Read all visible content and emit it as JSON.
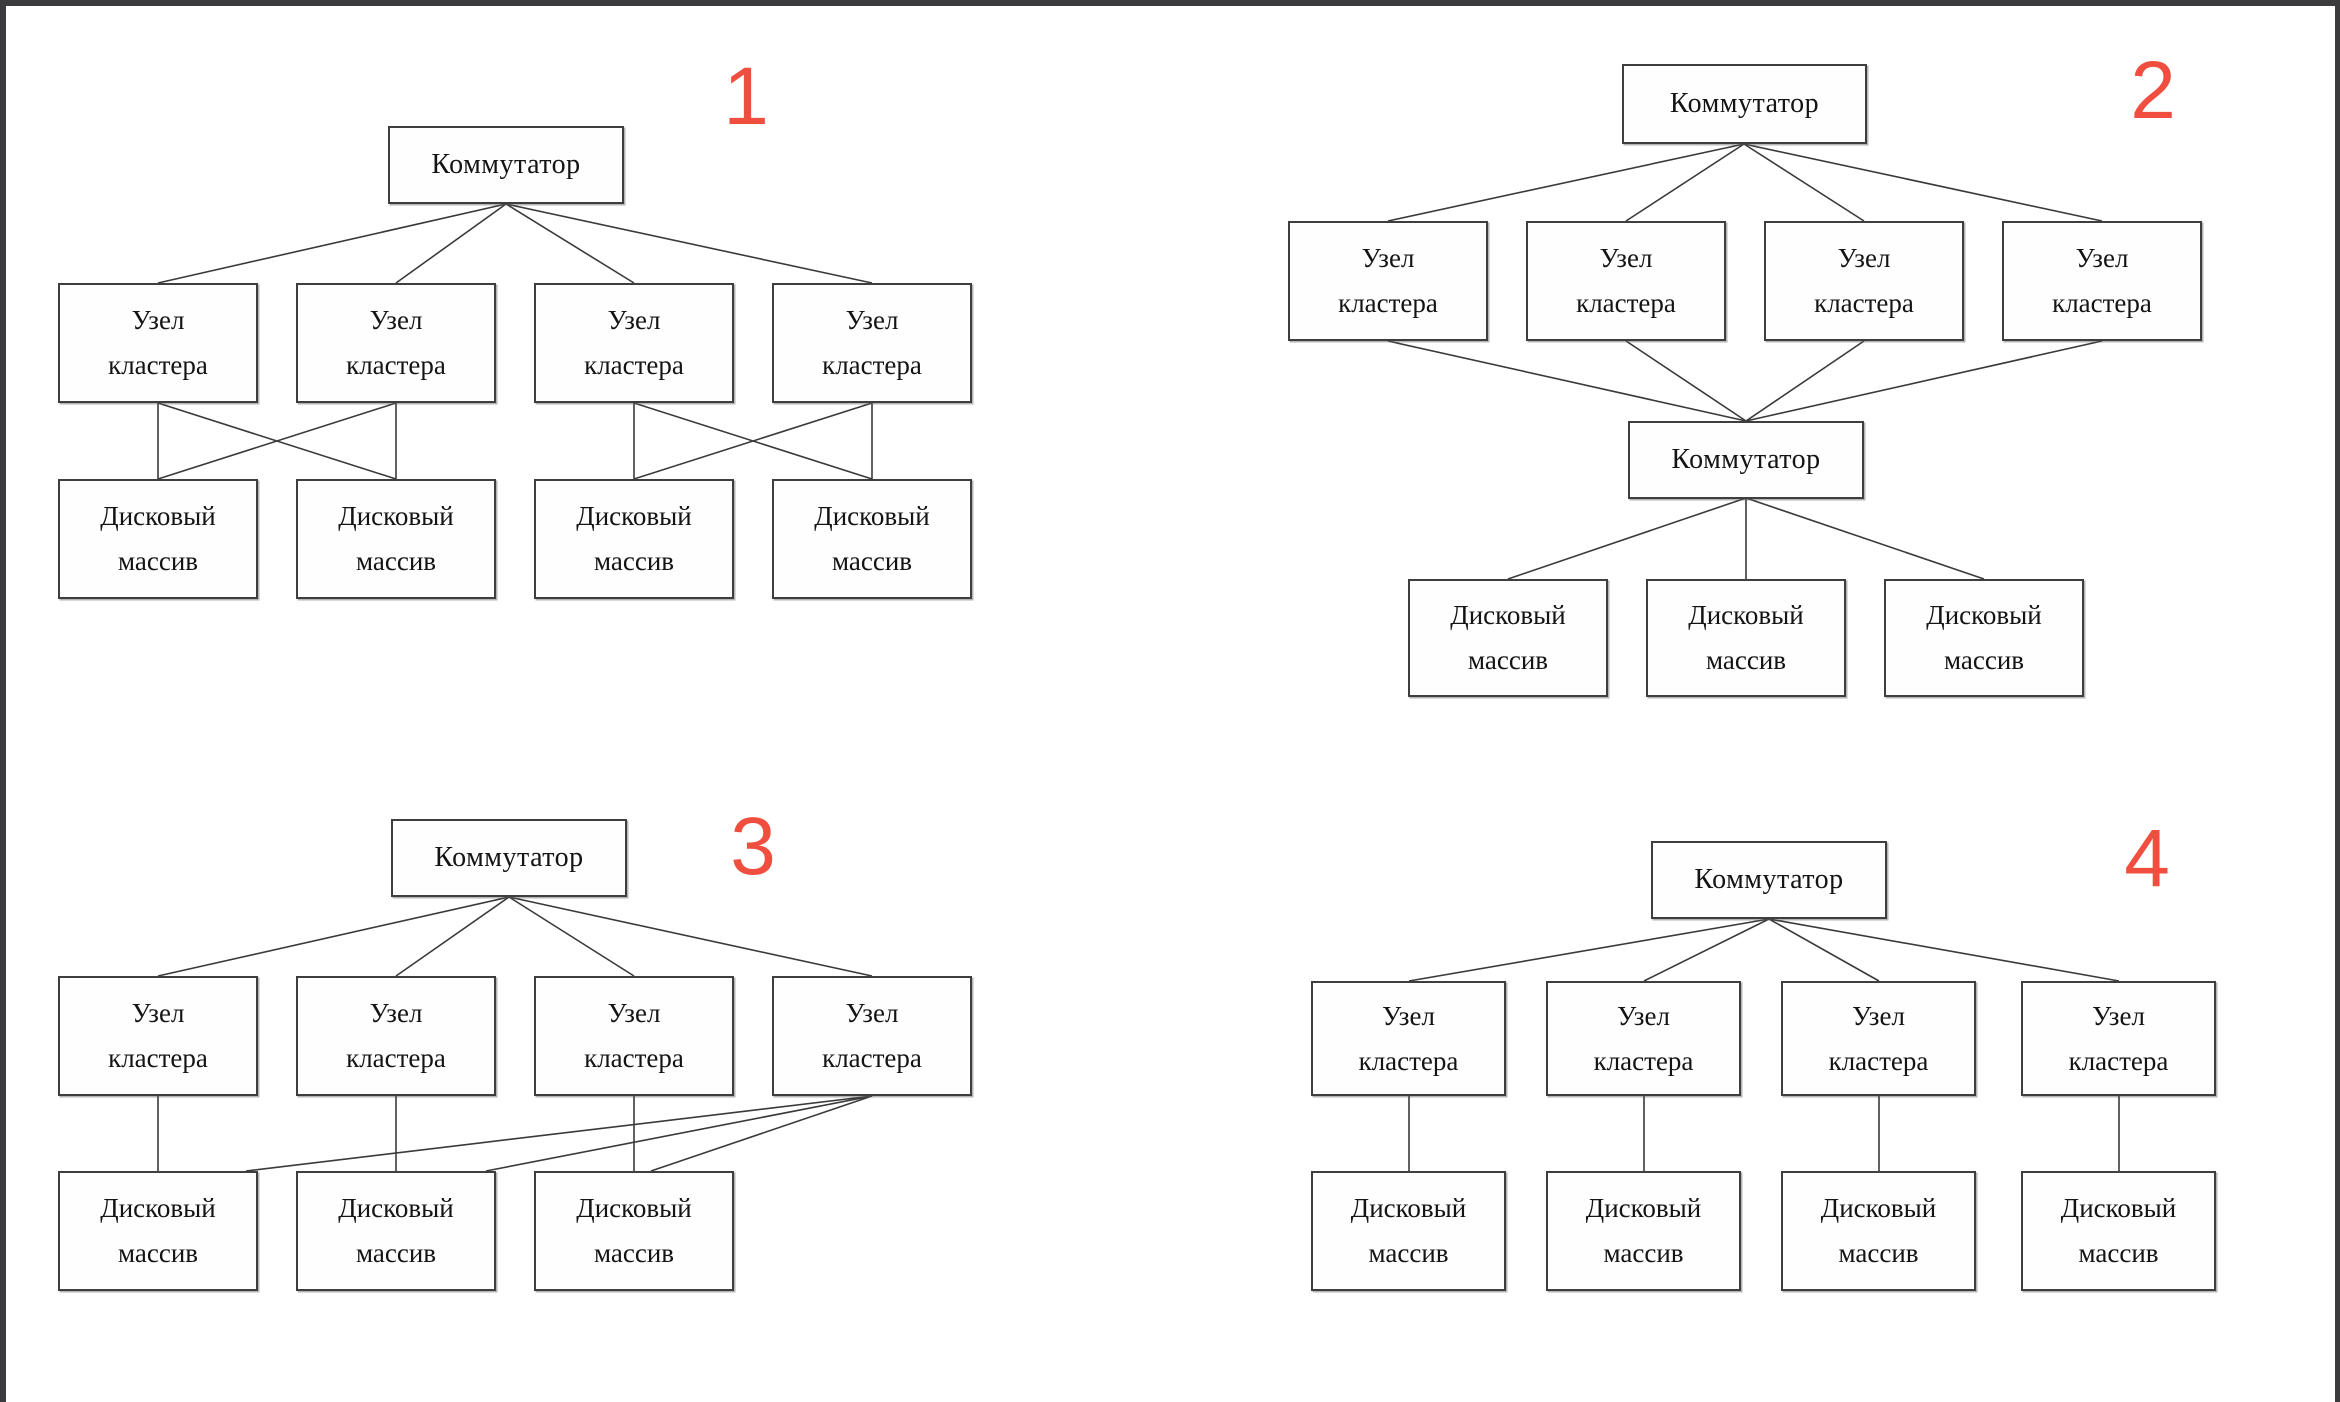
{
  "labels": {
    "switch": "Коммутатор",
    "node_line1": "Узел",
    "node_line2": "кластера",
    "disk_line1": "Дисковый",
    "disk_line2": "массив"
  },
  "colors": {
    "number_red": "#f04f3f",
    "line_gray": "#3a3a3a",
    "frame_dark": "#3b3b3e"
  },
  "diagrams": [
    {
      "number": "1",
      "boxes": {
        "switches": 1,
        "cluster_nodes": 4,
        "disk_arrays": 4
      },
      "edges": [
        "switch-node1",
        "switch-node2",
        "switch-node3",
        "switch-node4",
        "node1-disk1",
        "node1-disk2",
        "node2-disk1",
        "node2-disk2",
        "node3-disk3",
        "node3-disk4",
        "node4-disk3",
        "node4-disk4"
      ]
    },
    {
      "number": "2",
      "boxes": {
        "switches": 2,
        "cluster_nodes": 4,
        "disk_arrays": 3
      },
      "edges": [
        "switch1-node1",
        "switch1-node2",
        "switch1-node3",
        "switch1-node4",
        "node1-switch2",
        "node2-switch2",
        "node3-switch2",
        "node4-switch2",
        "switch2-disk1",
        "switch2-disk2",
        "switch2-disk3"
      ]
    },
    {
      "number": "3",
      "boxes": {
        "switches": 1,
        "cluster_nodes": 4,
        "disk_arrays": 3
      },
      "edges": [
        "switch-node1",
        "switch-node2",
        "switch-node3",
        "switch-node4",
        "node1-disk1",
        "node2-disk2",
        "node3-disk3",
        "node4-disk1",
        "node4-disk2",
        "node4-disk3"
      ]
    },
    {
      "number": "4",
      "boxes": {
        "switches": 1,
        "cluster_nodes": 4,
        "disk_arrays": 4
      },
      "edges": [
        "switch-node1",
        "switch-node2",
        "switch-node3",
        "switch-node4",
        "node1-disk1",
        "node2-disk2",
        "node3-disk3",
        "node4-disk4"
      ]
    }
  ]
}
